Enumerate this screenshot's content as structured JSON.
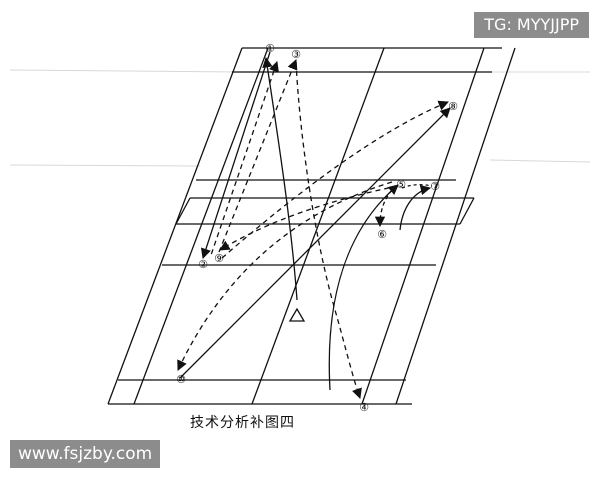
{
  "watermarks": {
    "telegram": "TG: MYYJJPP",
    "website": "www.fsjzby.com"
  },
  "diagram": {
    "caption": "技术分析补图四",
    "markers": [
      "①",
      "②",
      "③",
      "④",
      "⑤",
      "⑥",
      "⑦",
      "⑧",
      "⑨",
      "⑩"
    ],
    "start_symbol": "△",
    "colors": {
      "line": "#111111",
      "background": "#ffffff"
    }
  }
}
